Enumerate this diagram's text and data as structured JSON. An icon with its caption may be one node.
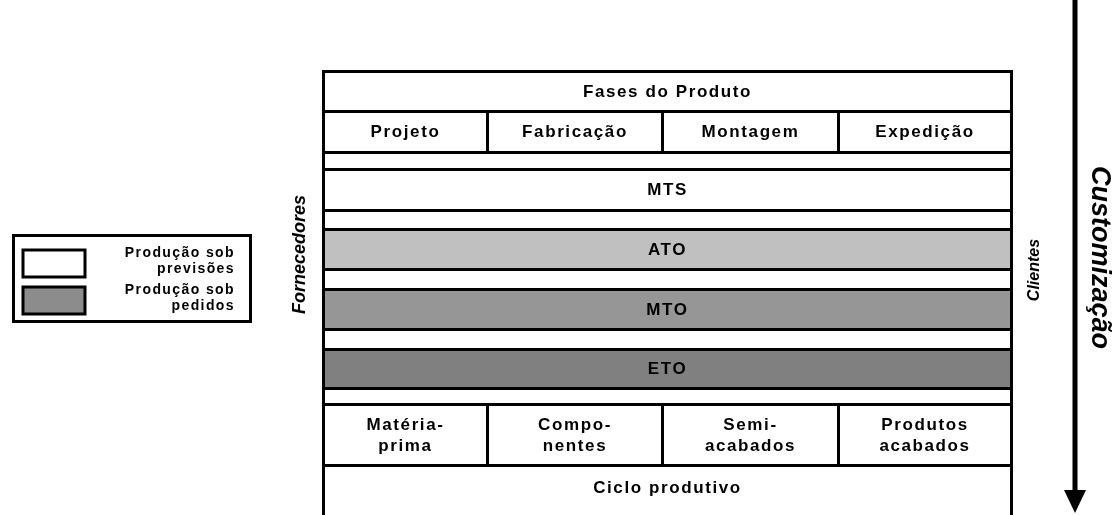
{
  "diagram": {
    "nodes": [
      {
        "text": [
          "Fases do Produto"
        ]
      },
      {
        "text": [
          "Projeto"
        ]
      },
      {
        "text": [
          "Fabricação"
        ]
      },
      {
        "text": [
          "Montagem"
        ]
      },
      {
        "text": [
          "Expedição"
        ]
      },
      {
        "text": [
          "MTS"
        ]
      },
      {
        "text": [
          "ATO"
        ]
      },
      {
        "text": [
          "MTO"
        ]
      },
      {
        "text": [
          "ETO"
        ]
      },
      {
        "text": [
          "Matéria- prima"
        ]
      },
      {
        "text": [
          "Compo- nentes"
        ]
      },
      {
        "text": [
          "Semi- acabados"
        ]
      },
      {
        "text": [
          "Produtos acabados"
        ]
      },
      {
        "text": [
          "Ciclo produtivo"
        ]
      }
    ],
    "labels": [
      "Fornecedores",
      "Clientes",
      "Customização"
    ],
    "legend": [
      {
        "text": "Produção sob previsões",
        "color": "#ffffff"
      },
      {
        "text": "Produção sob pedidos",
        "color": "#8c8c8c"
      }
    ]
  }
}
